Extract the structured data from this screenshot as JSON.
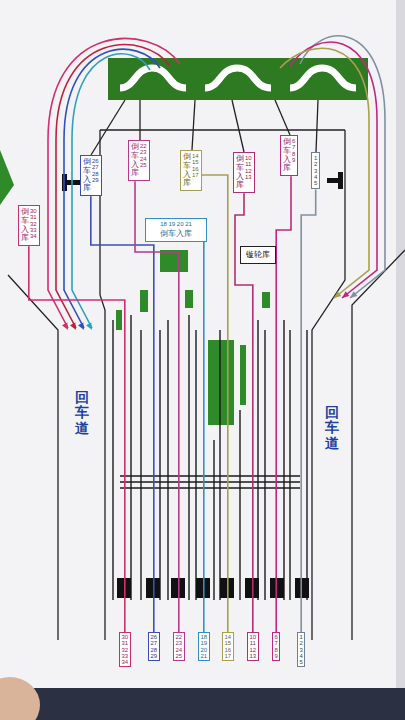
{
  "diagram": {
    "nodes": [
      {
        "text": [
          "倒车入库",
          "30 31 32 33 34"
        ]
      },
      {
        "text": [
          "倒车入库",
          "26 27 28 29"
        ]
      },
      {
        "text": [
          "倒车入库",
          "22 23 24 25"
        ]
      },
      {
        "text": [
          "倒车入库",
          "14 15 16 17"
        ]
      },
      {
        "text": [
          "倒车入库",
          "10 11 12 13"
        ]
      },
      {
        "text": [
          "倒车入库",
          "6 7 8 9"
        ]
      },
      {
        "text": [
          "1 2 3 4 5"
        ]
      },
      {
        "text": [
          "18 19 20 21",
          "倒车入库"
        ]
      },
      {
        "text": [
          "镟轮库"
        ]
      },
      {
        "text": [
          "30 31 32 33 34"
        ]
      },
      {
        "text": [
          "26 27 28 29"
        ]
      },
      {
        "text": [
          "22 23 24 25"
        ]
      },
      {
        "text": [
          "18 19 20 21"
        ]
      },
      {
        "text": [
          "14 15 16 17"
        ]
      },
      {
        "text": [
          "10 11 12 13"
        ]
      },
      {
        "text": [
          "6 7 8 9"
        ]
      },
      {
        "text": [
          "1 2 3 4 5"
        ]
      }
    ],
    "edges": [
      {
        "from": 9,
        "to": 0,
        "arrow": "none"
      },
      {
        "from": 10,
        "to": 1,
        "arrow": "none"
      },
      {
        "from": 11,
        "to": 2,
        "arrow": "none"
      },
      {
        "from": 12,
        "to": 7,
        "arrow": "none"
      },
      {
        "from": 13,
        "to": 3,
        "arrow": "none"
      },
      {
        "from": 14,
        "to": 4,
        "arrow": "none"
      },
      {
        "from": 15,
        "to": 5,
        "arrow": "none"
      },
      {
        "from": 16,
        "to": 6,
        "arrow": "none"
      }
    ],
    "labels": [
      "回车道",
      "回车道"
    ]
  }
}
